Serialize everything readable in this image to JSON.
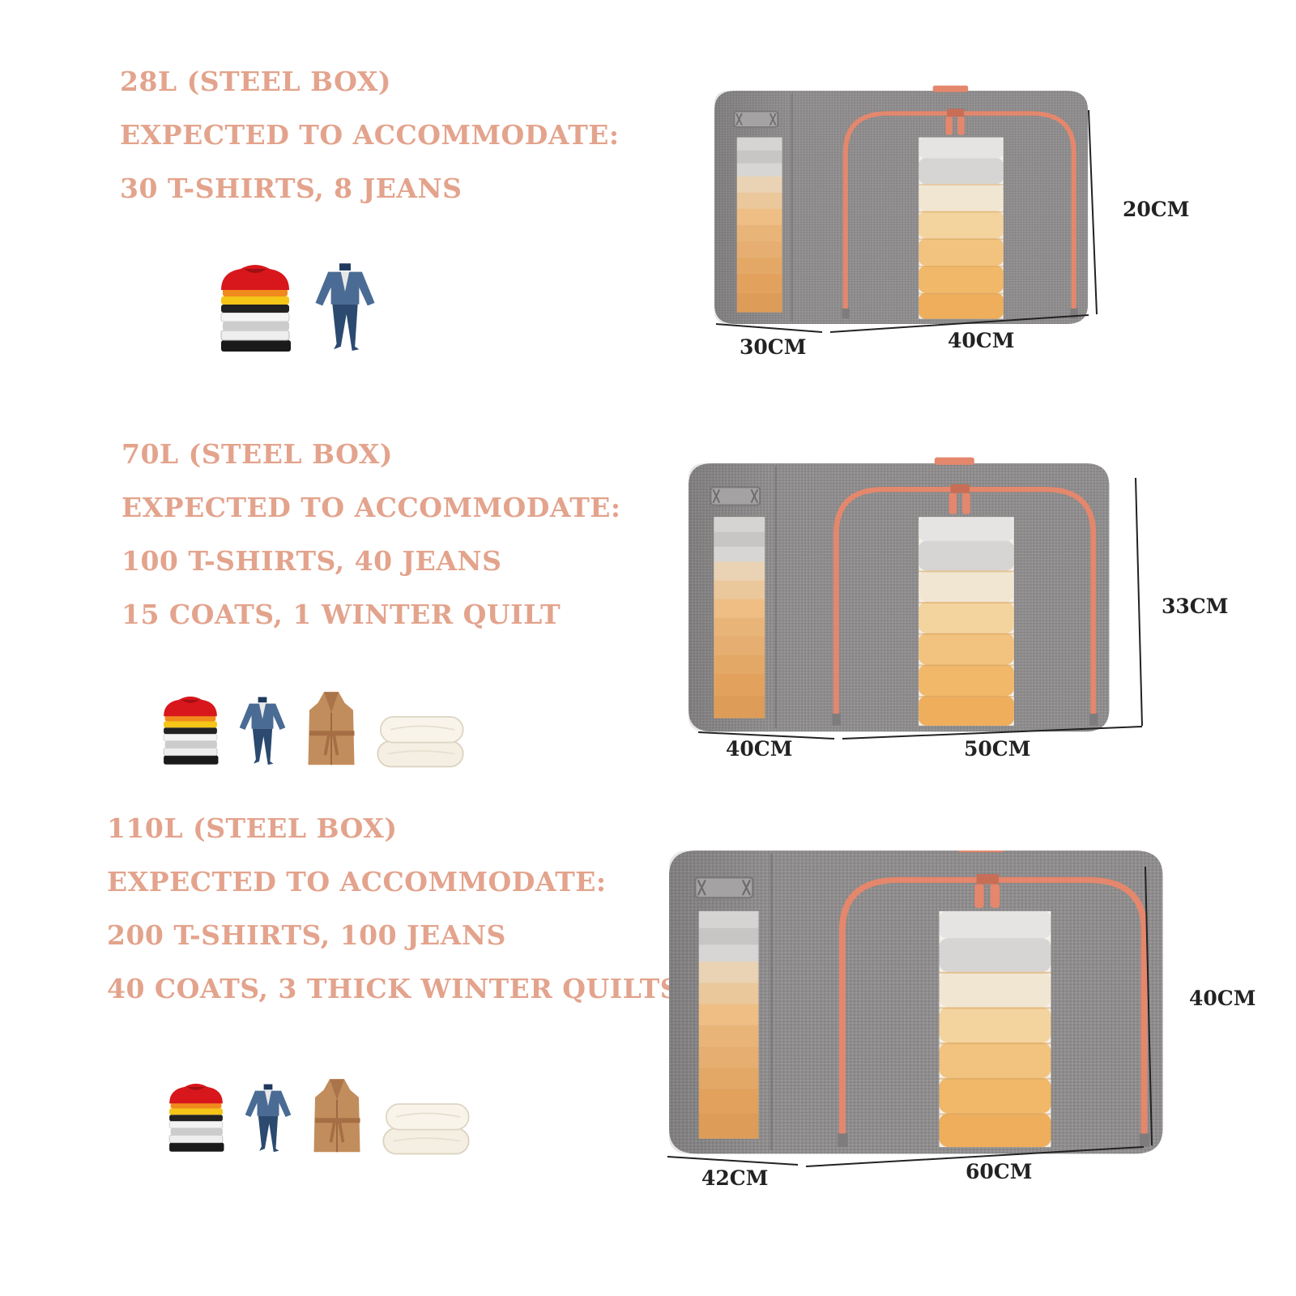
{
  "colors": {
    "accent_text": "#e3a38c",
    "box_fabric": "#8f8d8d",
    "zipper": "#e4876d",
    "dimension_text": "#222222"
  },
  "products": [
    {
      "title": "28L (STEEL BOX)",
      "capacity_label": "EXPECTED TO ACCOMMODATE:",
      "capacity_lines": [
        "30 T-SHIRTS, 8 JEANS"
      ],
      "icons": [
        "folded-clothes-icon",
        "denim-outfit-icon"
      ],
      "dimensions": {
        "depth": "30CM",
        "width": "40CM",
        "height": "20CM"
      }
    },
    {
      "title": "70L (STEEL BOX)",
      "capacity_label": "EXPECTED TO ACCOMMODATE:",
      "capacity_lines": [
        "100 T-SHIRTS, 40 JEANS",
        "15 COATS, 1 WINTER QUILT"
      ],
      "icons": [
        "folded-clothes-icon",
        "denim-outfit-icon",
        "coat-icon",
        "quilt-icon"
      ],
      "dimensions": {
        "depth": "40CM",
        "width": "50CM",
        "height": "33CM"
      }
    },
    {
      "title": "110L (STEEL BOX)",
      "capacity_label": "EXPECTED TO ACCOMMODATE:",
      "capacity_lines": [
        "200 T-SHIRTS, 100 JEANS",
        "40 COATS, 3 THICK WINTER QUILTS"
      ],
      "icons": [
        "folded-clothes-icon",
        "denim-outfit-icon",
        "coat-icon",
        "quilt-icon"
      ],
      "dimensions": {
        "depth": "42CM",
        "width": "60CM",
        "height": "40CM"
      }
    }
  ]
}
